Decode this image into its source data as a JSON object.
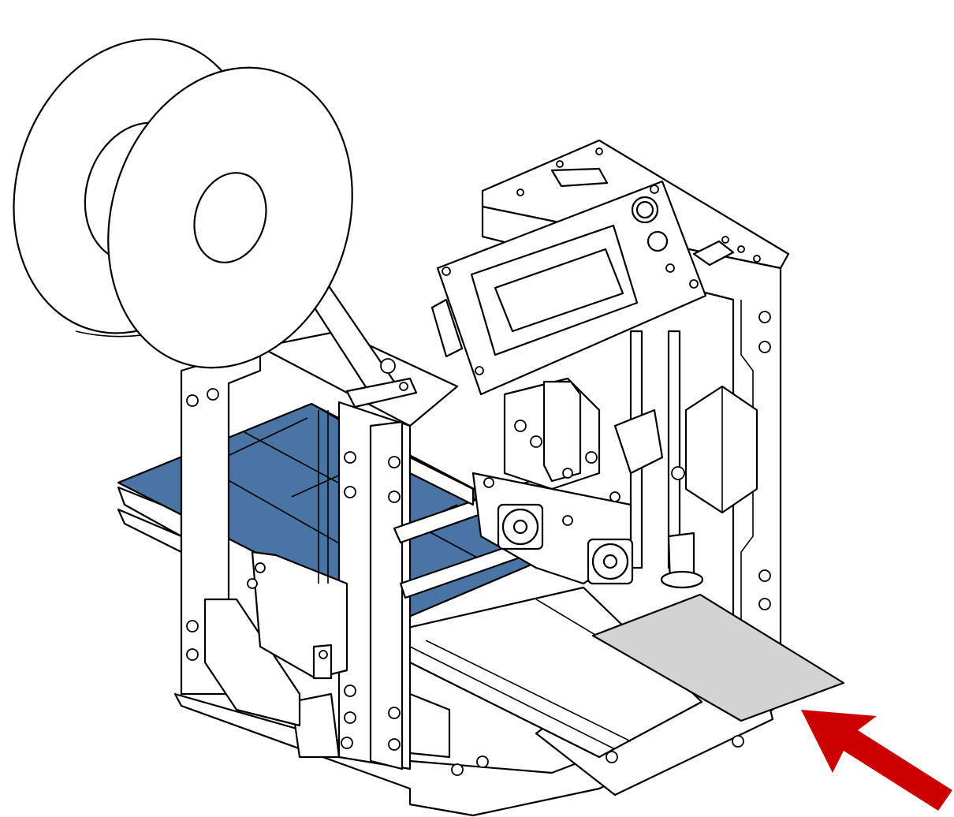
{
  "colors": {
    "outline": "#000000",
    "background": "#ffffff",
    "build_plate": "#4a74a3",
    "paper_sheet": "#d3d3d3",
    "arrow": "#cc0000"
  },
  "components": [
    {
      "name": "filament-spool",
      "icon": "spool-icon"
    },
    {
      "name": "spool-holder-arm",
      "icon": "arm-icon"
    },
    {
      "name": "printer-frame",
      "icon": "frame-icon"
    },
    {
      "name": "lcd-control-panel",
      "icon": "lcd-icon"
    },
    {
      "name": "control-knob",
      "icon": "knob-icon"
    },
    {
      "name": "print-head-extruder",
      "icon": "extruder-icon"
    },
    {
      "name": "cooling-fan",
      "icon": "fan-icon"
    },
    {
      "name": "x-axis-rods",
      "icon": "rod-icon"
    },
    {
      "name": "z-axis-lead-screw",
      "icon": "screw-icon"
    },
    {
      "name": "stepper-motor",
      "icon": "motor-icon"
    },
    {
      "name": "build-plate",
      "icon": "plate-icon"
    },
    {
      "name": "paper-sheet",
      "icon": "sheet-icon"
    },
    {
      "name": "insertion-arrow",
      "icon": "arrow-icon"
    }
  ]
}
